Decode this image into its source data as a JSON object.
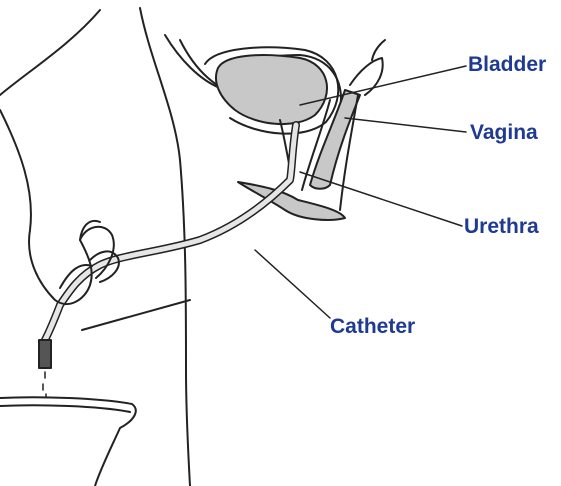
{
  "labels": {
    "bladder": "Bladder",
    "vagina": "Vagina",
    "urethra": "Urethra",
    "catheter": "Catheter"
  },
  "colors": {
    "label_text": "#1f3a93",
    "line": "#222222",
    "anatomy_fill": "#c8c8c8",
    "catheter_fill": "#e6e6e6",
    "catheter_tip": "#555555"
  }
}
